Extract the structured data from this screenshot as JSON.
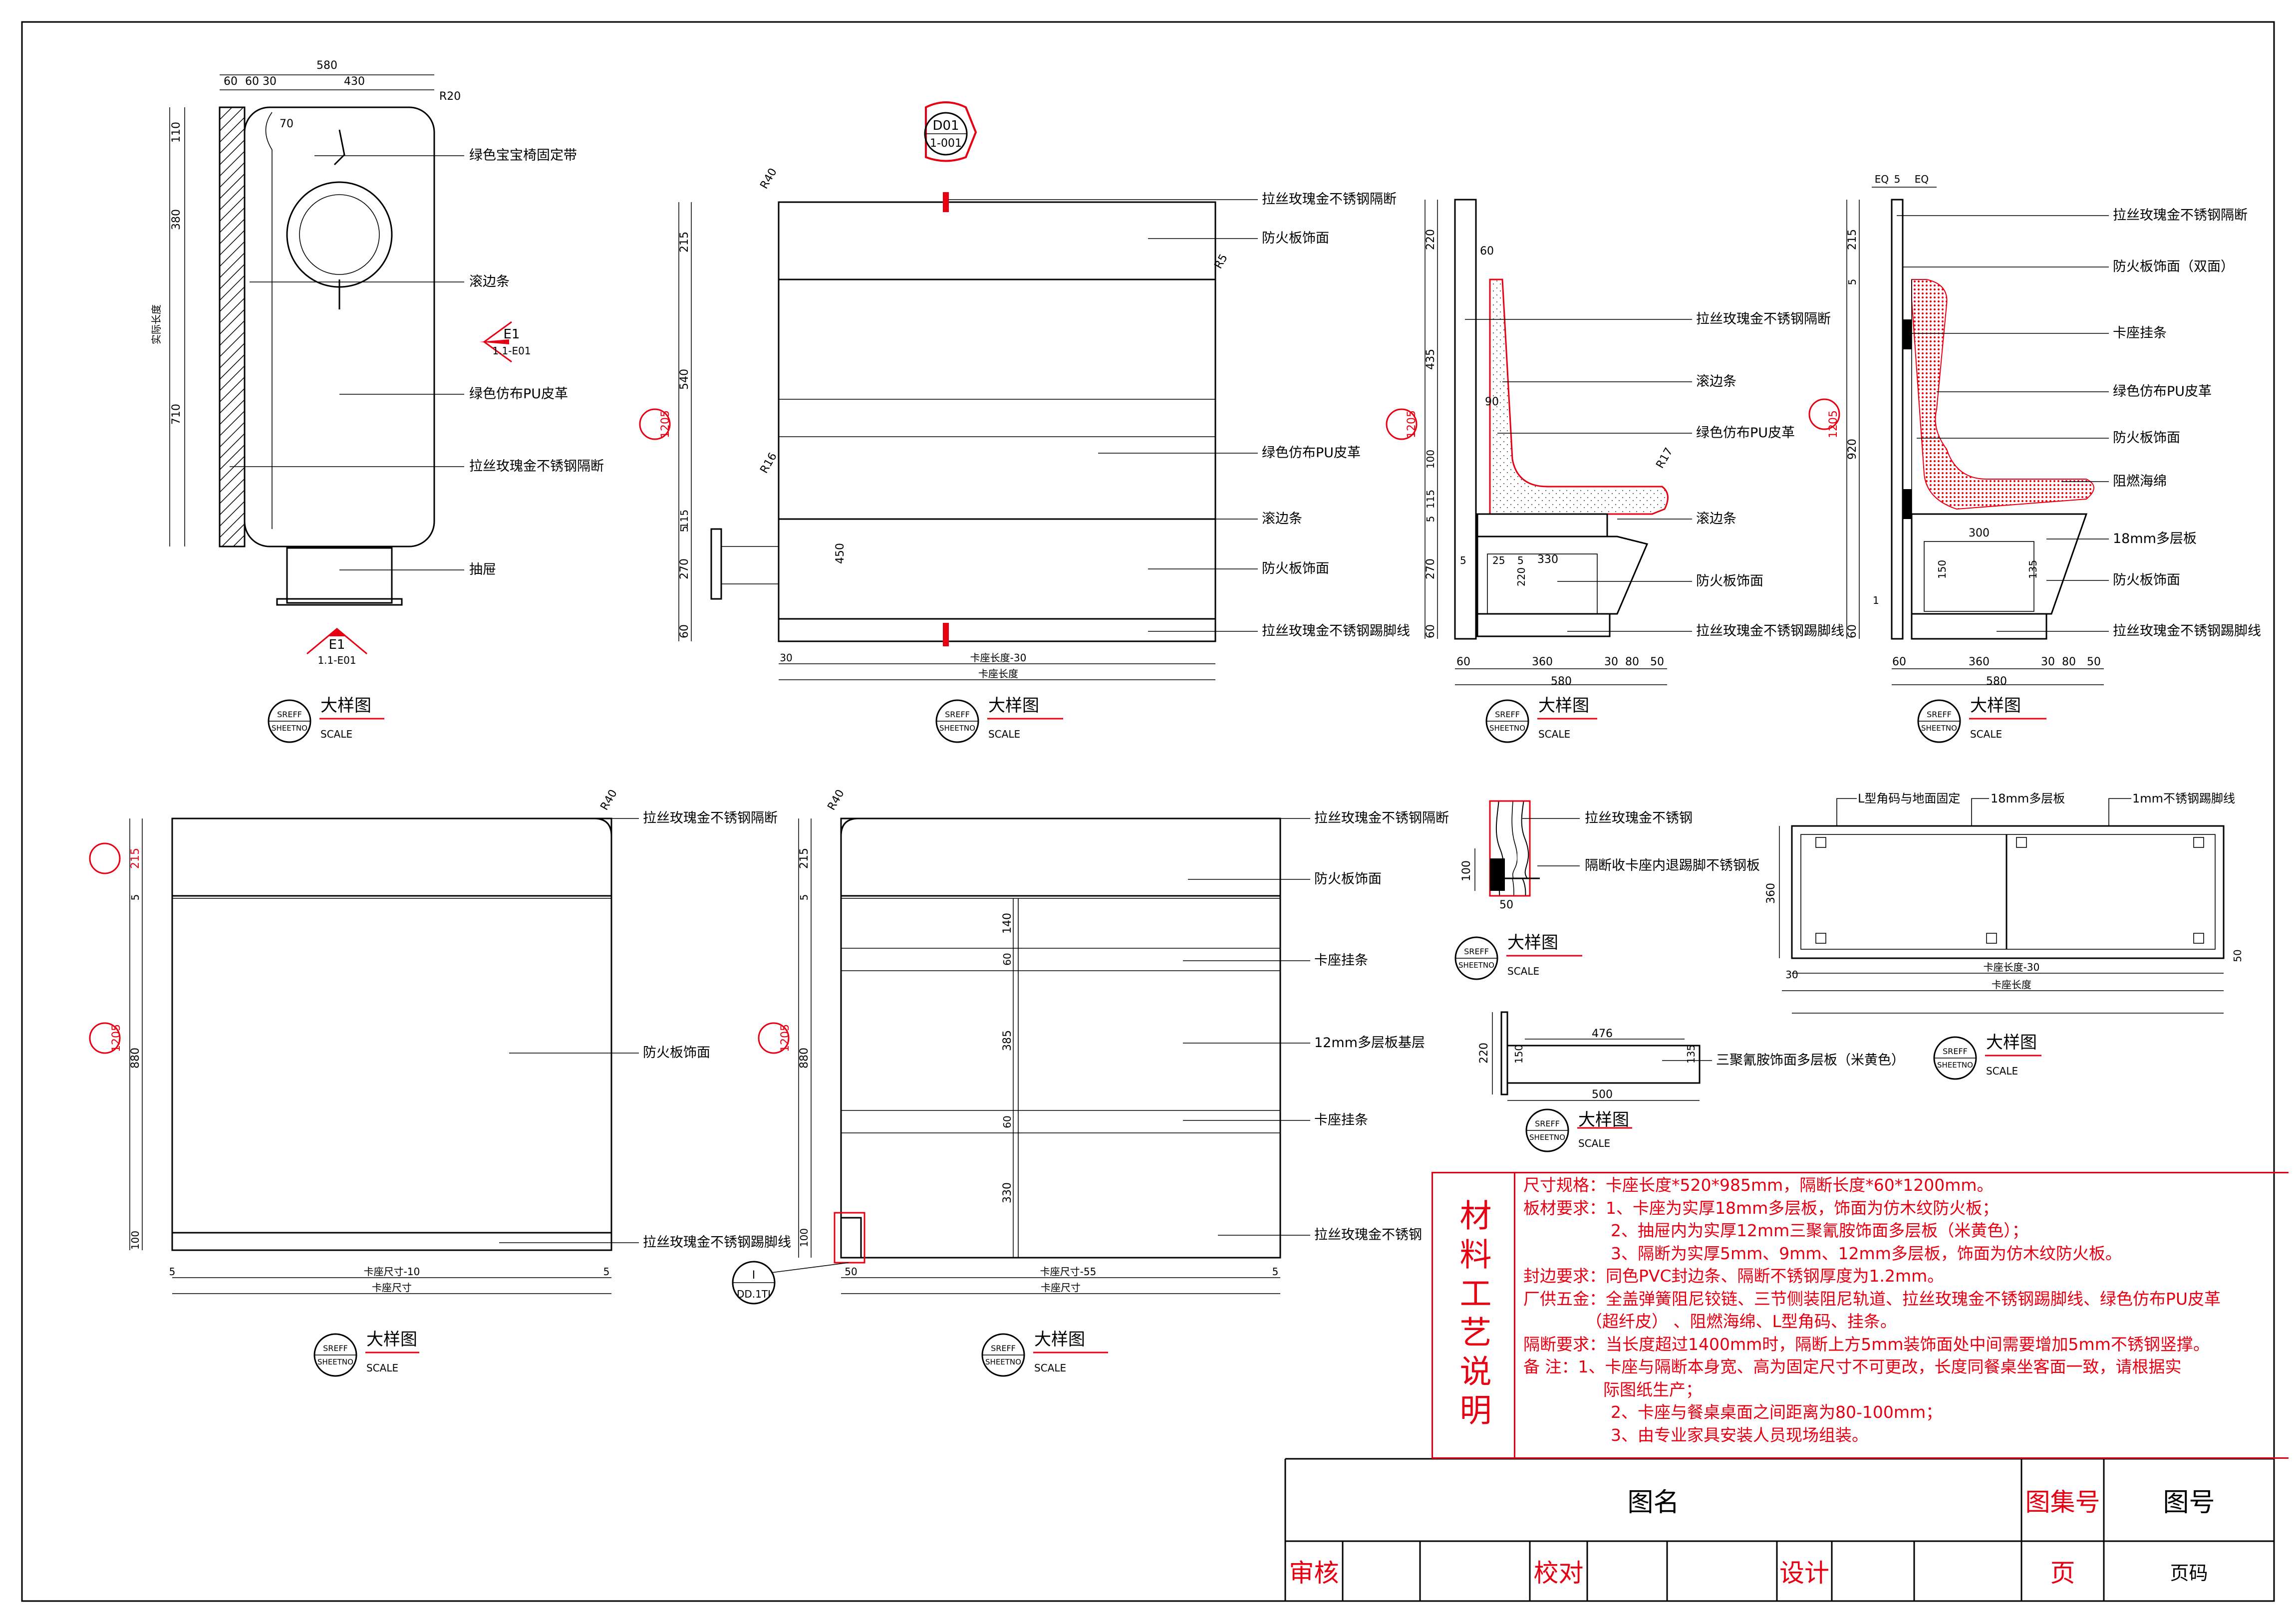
{
  "views": {
    "view1": {
      "dims_top": [
        "580",
        "430",
        "60",
        "60",
        "30",
        "R20"
      ],
      "dims_left": [
        "110",
        "380",
        "710",
        "实际长度"
      ],
      "dim_inner": "70",
      "labels": [
        "绿色宝宝椅固定带",
        "滚边条",
        "绿色仿布PU皮革",
        "拉丝玫瑰金不锈钢隔断",
        "抽屉"
      ],
      "marker_top": {
        "code": "E1",
        "ref": "1.1-E01"
      },
      "marker_bottom": {
        "code": "E1",
        "ref": "1.1-E01"
      }
    },
    "view2": {
      "marker": {
        "code": "D01",
        "ref": "1-001"
      },
      "dims_left": [
        "215",
        "540",
        "1205",
        "115",
        "5",
        "270",
        "60"
      ],
      "radii": [
        "R40",
        "R5",
        "R16"
      ],
      "dim_inner": "450",
      "dims_bottom": [
        "卡座长度-30",
        "卡座长度",
        "30"
      ],
      "labels": [
        "拉丝玫瑰金不锈钢隔断",
        "防火板饰面",
        "绿色仿布PU皮革",
        "滚边条",
        "防火板饰面",
        "拉丝玫瑰金不锈钢踢脚线"
      ]
    },
    "view3": {
      "dims_left": [
        "220",
        "435",
        "1205",
        "100",
        "115",
        "5",
        "270",
        "60"
      ],
      "dims_inner": [
        "60",
        "90",
        "R17",
        "330",
        "220",
        "25",
        "5",
        "5"
      ],
      "dims_bottom": [
        "60",
        "360",
        "30",
        "80",
        "50",
        "580"
      ],
      "labels": [
        "拉丝玫瑰金不锈钢隔断",
        "滚边条",
        "绿色仿布PU皮革",
        "滚边条",
        "防火板饰面",
        "拉丝玫瑰金不锈钢踢脚线"
      ]
    },
    "view4": {
      "dims_top": [
        "EQ",
        "5",
        "EQ"
      ],
      "dims_left": [
        "215",
        "5",
        "920",
        "1205",
        "60"
      ],
      "dims_inner": [
        "300",
        "150",
        "135",
        "1"
      ],
      "dims_bottom": [
        "60",
        "360",
        "30",
        "80",
        "50",
        "580"
      ],
      "labels": [
        "拉丝玫瑰金不锈钢隔断",
        "防火板饰面（双面）",
        "卡座挂条",
        "绿色仿布PU皮革",
        "防火板饰面",
        "阻燃海绵",
        "18mm多层板",
        "防火板饰面",
        "拉丝玫瑰金不锈钢踢脚线"
      ]
    },
    "view5": {
      "dims_left": [
        "215",
        "5",
        "1205",
        "880",
        "100"
      ],
      "radius": "R40",
      "dims_bottom": [
        "卡座尺寸-10",
        "卡座尺寸",
        "5",
        "5"
      ],
      "labels": [
        "拉丝玫瑰金不锈钢隔断",
        "防火板饰面",
        "拉丝玫瑰金不锈钢踢脚线"
      ]
    },
    "view6": {
      "radius": "R40",
      "dims_left": [
        "215",
        "5",
        "1205",
        "880"
      ],
      "dims_inner": [
        "140",
        "60",
        "385",
        "60",
        "330",
        "100"
      ],
      "dims_bottom": [
        "卡座尺寸-55",
        "卡座尺寸",
        "50",
        "5"
      ],
      "marker": {
        "code": "I",
        "ref": "DD.1TI"
      },
      "labels": [
        "拉丝玫瑰金不锈钢隔断",
        "防火板饰面",
        "卡座挂条",
        "12mm多层板基层",
        "卡座挂条",
        "拉丝玫瑰金不锈钢"
      ]
    },
    "view7": {
      "dims": [
        "100",
        "50"
      ],
      "labels": [
        "拉丝玫瑰金不锈钢",
        "隔断收卡座内退踢脚不锈钢板"
      ]
    },
    "view8": {
      "dims": [
        "220",
        "150",
        "476",
        "135",
        "500"
      ],
      "label": "三聚氰胺饰面多层板（米黄色）"
    },
    "view9": {
      "dims": [
        "360",
        "30",
        "50",
        "卡座长度-30",
        "卡座长度"
      ],
      "labels": [
        "L型角码与地面固定",
        "18mm多层板",
        "1mm不锈钢踢脚线"
      ]
    }
  },
  "caption": {
    "title": "大样图",
    "code_top": "SREFF",
    "code_bottom": "SHEETNO",
    "scale": "SCALE"
  },
  "notes": {
    "title": "材料工艺说明",
    "lines": [
      "尺寸规格：卡座长度*520*985mm，隔断长度*60*1200mm。",
      "板材要求：1、卡座为实厚18mm多层板，饰面为仿木纹防火板；",
      "2、抽屉内为实厚12mm三聚氰胺饰面多层板（米黄色）；",
      "3、隔断为实厚5mm、9mm、12mm多层板，饰面为仿木纹防火板。",
      "封边要求：同色PVC封边条、隔断不锈钢厚度为1.2mm。",
      "厂供五金：全盖弹簧阻尼铰链、三节侧装阻尼轨道、拉丝玫瑰金不锈钢踢脚线、绿色仿布PU皮革",
      "（超纤皮）  、阻燃海绵、L型角码、挂条。",
      "隔断要求：当长度超过1400mm时，隔断上方5mm装饰面处中间需要增加5mm不锈钢竖撑。",
      "备    注：1、卡座与隔断本身宽、高为固定尺寸不可更改，长度同餐桌坐客面一致，请根据实",
      "际图纸生产；",
      "2、卡座与餐桌桌面之间距离为80-100mm；",
      "3、由专业家具安装人员现场组装。"
    ]
  },
  "title_block": {
    "drawing_name": "图名",
    "set_no": "图集号",
    "drawing_no": "图号",
    "review": "审核",
    "check": "校对",
    "design": "设计",
    "page": "页",
    "page_no": "页码"
  },
  "colors": {
    "accent_red": "#e60012",
    "line": "#000000"
  }
}
